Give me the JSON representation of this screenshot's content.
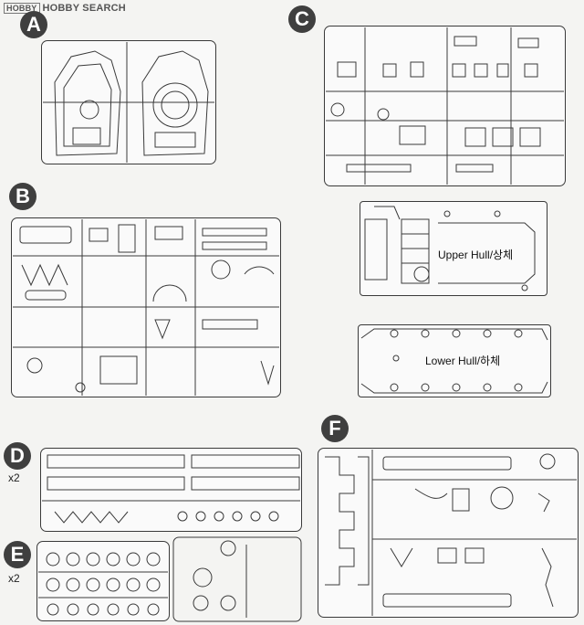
{
  "watermark": {
    "badge": "HOBBY",
    "text": "HOBBY SEARCH"
  },
  "sprues": [
    {
      "letter": "A",
      "multiplier": ""
    },
    {
      "letter": "B",
      "multiplier": ""
    },
    {
      "letter": "C",
      "multiplier": ""
    },
    {
      "letter": "D",
      "multiplier": "x2"
    },
    {
      "letter": "E",
      "multiplier": "x2"
    },
    {
      "letter": "F",
      "multiplier": ""
    }
  ],
  "hulls": {
    "upper": {
      "label": "Upper Hull/상체"
    },
    "lower": {
      "label": "Lower Hull/하체"
    }
  },
  "colors": {
    "line": "#3a3a3a",
    "badge": "#3f3f3f",
    "paper": "#f4f4f2"
  }
}
